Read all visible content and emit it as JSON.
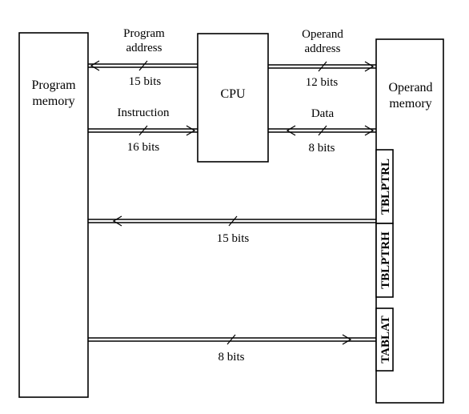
{
  "blocks": {
    "program_memory": [
      "Program",
      "memory"
    ],
    "cpu": "CPU",
    "operand_memory": [
      "Operand",
      "memory"
    ]
  },
  "registers": {
    "tblptrl": "TBLPTRL",
    "tblptrh": "TBLPTRH",
    "tablat": "TABLAT"
  },
  "buses": {
    "program_address": {
      "name": [
        "Program",
        "address"
      ],
      "width": "15 bits"
    },
    "instruction": {
      "name": "Instruction",
      "width": "16 bits"
    },
    "operand_address": {
      "name": [
        "Operand",
        "address"
      ],
      "width": "12 bits"
    },
    "data": {
      "name": "Data",
      "width": "8 bits"
    },
    "table_pointer": {
      "width": "15 bits"
    },
    "table_latch": {
      "width": "8 bits"
    }
  }
}
